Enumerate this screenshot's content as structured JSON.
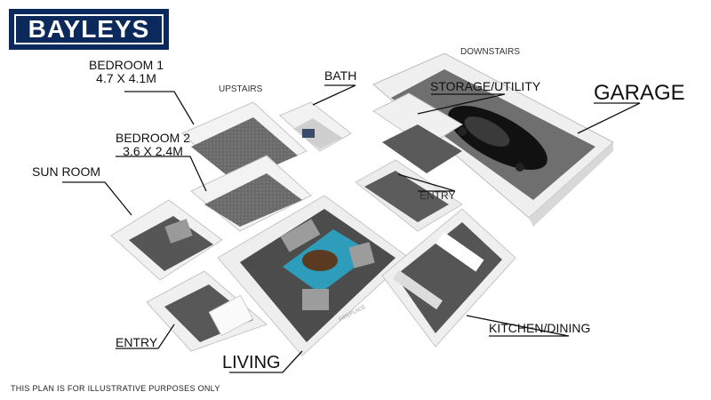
{
  "brand": {
    "name": "BAYLEYS",
    "color": "#0b2a5b"
  },
  "labels": {
    "downstairs": "DOWNSTAIRS",
    "upstairs": "UPSTAIRS",
    "bedroom1": {
      "name": "BEDROOM 1",
      "size": "4.7 X 4.1M"
    },
    "bedroom2": {
      "name": "BEDROOM 2",
      "size": "3.6 X 2.4M"
    },
    "bath": "BATH",
    "storage": "STORAGE/UTILITY",
    "garage": "GARAGE",
    "sunroom": "SUN ROOM",
    "entry_upper": "ENTRY",
    "entry_lower": "ENTRY",
    "living": "LIVING",
    "kitchen": "KITCHEN/DINING",
    "fireplace": "FIREPLACE"
  },
  "disclaimer": "THIS PLAN IS FOR ILLUSTRATIVE PURPOSES ONLY",
  "colors": {
    "floor": "#4a4a4a",
    "wall": "#f2f2f2",
    "rug": "#2aa6c8",
    "car": "#111111"
  }
}
